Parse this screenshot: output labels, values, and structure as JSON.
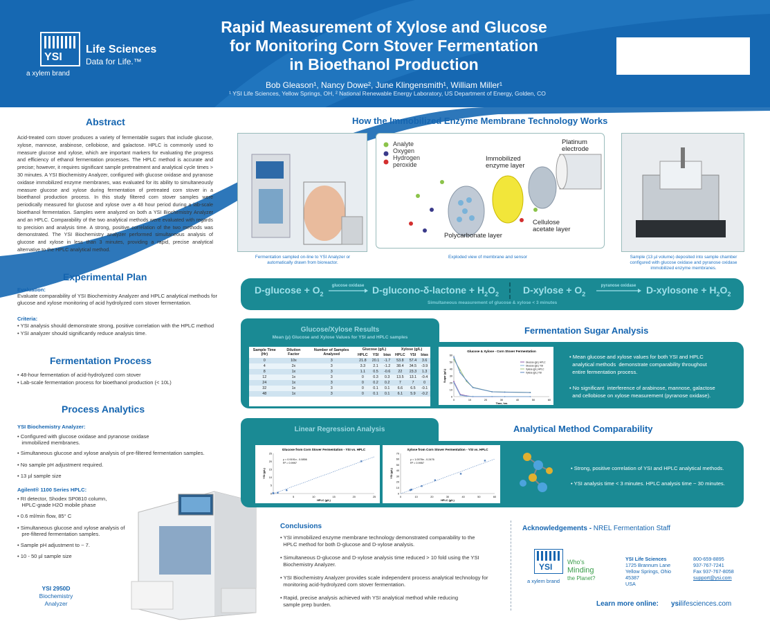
{
  "header": {
    "title_lines": [
      "Rapid Measurement of Xylose and Glucose",
      "for Monitoring Corn Stover Fermentation",
      "in Bioethanol Production"
    ],
    "authors": "Bob Gleason¹, Nancy Dowe², June Klingensmith¹, William Miller¹",
    "affiliations": "¹ YSI Life Sciences, Yellow Springs, OH, ² National Renewable Energy Laboratory, US Department of Energy,  Golden, CO",
    "logo_text": "YSI",
    "brand_name": "Life Sciences",
    "brand_tagline": "Data for Life.™",
    "brand_parent": "a xylem brand"
  },
  "abstract": {
    "heading": "Abstract",
    "text": "Acid-treated corn stover produces a variety of fermentable sugars that include glucose, xylose, mannose, arabinose, cellobiose, and galactose. HPLC is commonly used to measure glucose and xylose, which are important markers for evaluating the progress and efficiency of ethanol fermentation processes. The HPLC method is accurate and precise; however, it requires significant sample pretreatment and analytical cycle times > 30 minutes. A YSI Biochemistry Analyzer, configured with glucose oxidase and pyranose oxidase immobilized enzyme membranes, was evaluated for its ability to simultaneously measure glucose and xylose during fermentation of pretreated corn stover in a bioethanol production process. In this study filtered corn stover samples were periodically measured for glucose and xylose over a 48 hour period during a lab-scale bioethanol fermentation. Samples were analyzed on both a YSI Biochemistry Analyzer and an HPLC. Comparability of the two analytical methods were evaluated with regards to precision and analysis time. A strong, positive correlation of the two methods was demonstrated.  The YSI Biochemistry analyzer performed simultaneous analysis of glucose and xylose in less than 3 minutes, providing a rapid, precise analytical alternative to the HPLC analytical method."
  },
  "plan": {
    "heading": "Experimental Plan",
    "eval_label": "Evaluation:",
    "eval_text": "Evaluate comparability of YSI Biochemistry Analyzer and HPLC analytical methods for glucose and xylose monitoring of acid hydrolyzed corn stover fermentation.",
    "criteria_label": "Criteria:",
    "criteria": [
      "• YSI analysis should demonstrate strong, positive correlation with the HPLC method",
      "• YSI analyzer should significantly reduce analysis time."
    ]
  },
  "fermentation": {
    "heading": "Fermentation Process",
    "items": [
      "• 48-hour fermentation of acid-hydrolyzed corn stover",
      "• Lab-scale fermentation process for bioethanol production (< 10L)"
    ]
  },
  "analytics": {
    "heading": "Process Analytics",
    "ysi_label": "YSI Biochemistry Analyzer:",
    "ysi_items": [
      "• Configured with glucose oxidase and pyranose oxidase",
      "   immobilized membranes.",
      "• Simultaneous glucose and xylose analysis of pre-filtered fermentation samples.",
      "• No sample pH adjustment required.",
      "• 13 µl sample size"
    ],
    "hplc_label": "Agilent® 1100 Series HPLC:",
    "hplc_items": [
      "• RI detector, Shodex SP0810 column,",
      "   HPLC-grade H2O mobile phase",
      "• 0.6 ml/min flow, 85° C",
      "• Simultaneous glucose and xylose analysis of",
      "   pre-filtered fermentation samples.",
      "• Sample pH adjustment to ~ 7.",
      "• 10 - 50 µl sample size"
    ],
    "device_caption": [
      "YSI 2950D",
      "Biochemistry",
      "Analyzer"
    ]
  },
  "how": {
    "heading": "How the Immobilized Enzyme Membrane Technology Works",
    "cap1": "Fermentation sampled on-line to YSI Analyzer or automatically drawn from bioreactor.",
    "cap2": "Exploded view of membrane and sensor",
    "cap3": "Sample (13 µl volume) deposited into sample chamber configured with glucose oxidase and pyranose oxidase immobilized enzyme membranes.",
    "legend": [
      "Analyte",
      "Oxygen",
      "Hydrogen",
      "peroxide"
    ],
    "labels": {
      "platinum": "Platinum",
      "electrode": "electrode",
      "immob": "Immobilized",
      "enzyme": "enzyme layer",
      "cellulose": "Cellulose",
      "acetate": "acetate layer",
      "poly": "Polycarbonate layer"
    }
  },
  "equation": {
    "left1": "D-glucose + O",
    "arrow1": "glucose oxidase",
    "right1": "D-glucono-δ-lactone + H",
    "left2": "D-xylose + O",
    "arrow2": "pyranose oxidase",
    "right2": "D-xylosone + H",
    "sub2": "2",
    "tail": "O",
    "note": "Simultaneous measurement of glucose & xylose < 3 minutes"
  },
  "results": {
    "tab_title": "Glucose/Xylose Results",
    "tab_sub": "Mean (µ) Glucose and Xylose Values for YSI and HPLC samples",
    "table_headers": [
      "Sample Time (Hr)",
      "Dilution Factor",
      "Number of Samples Analyzed",
      "HPLC",
      "YSI",
      "bias",
      "HPLC",
      "YSI",
      "bias"
    ],
    "group_glucose": "Glucose (g/L)",
    "group_xylose": "Xylose (g/L)",
    "rows": [
      [
        "0",
        "10x",
        "3",
        "21.8",
        "20.1",
        "-1.7",
        "53.8",
        "57.4",
        "3.6"
      ],
      [
        "4",
        "2x",
        "3",
        "3.3",
        "2.1",
        "-1.2",
        "38.4",
        "34.5",
        "-3.9"
      ],
      [
        "8",
        "1x",
        "3",
        "1.1",
        "0.5",
        "-0.6",
        "22",
        "23.3",
        "1.3"
      ],
      [
        "12",
        "1x",
        "3",
        "0",
        "0.3",
        "0.3",
        "13.5",
        "13.1",
        "-0.4"
      ],
      [
        "24",
        "1x",
        "3",
        "0",
        "0.2",
        "0.2",
        "7",
        "7",
        "0"
      ],
      [
        "32",
        "1x",
        "3",
        "0",
        "0.1",
        "0.1",
        "6.6",
        "6.5",
        "-0.1"
      ],
      [
        "48",
        "1x",
        "3",
        "0",
        "0.1",
        "0.1",
        "6.1",
        "5.9",
        "-0.2"
      ]
    ]
  },
  "sugar": {
    "heading": "Fermentation Sugar Analysis",
    "bullets": [
      "• Mean glucose and xylose values for both YSI and HPLC",
      "  analytical methods  demonstrate comparability throughout",
      "  entire fermentation process.",
      "• No significant  interference of arabinose, mannose, galactose",
      "  and cellobiose on xylose measurement (pyranose oxidase)."
    ]
  },
  "regression": {
    "tab_title": "Linear Regression Analysis"
  },
  "comparability": {
    "heading": "Analytical Method Comparability",
    "bullets": [
      "• Strong, positive correlation of YSI and HPLC analytical methods.",
      "• YSI analysis time  < 3 minutes.  HPLC analysis time ~ 30 minutes."
    ]
  },
  "conclusions": {
    "heading": "Conclusions",
    "items": [
      "• YSI immobilized enzyme membrane technology demonstrated comparability to the",
      "  HPLC method for both D-glucose and D-xylose analysis.",
      "• Simultaneous D-glucose and D-xylose analysis time reduced > 10 fold using the YSI",
      "  Biochemistry Analyzer.",
      "• YSI Biochemistry Analyzer provides scale independent process analytical technology for",
      "  monitoring acid-hydrolyzed corn stover fermentation.",
      "• Rapid, precise analysis achieved with YSI analytical method while reducing",
      "  sample prep burden."
    ]
  },
  "ack": {
    "label": "Acknowledgements -",
    "text": " NREL Fermentation Staff",
    "who1": "Who's",
    "who2": "Minding",
    "who3": "the Planet?",
    "xylem": "a xylem brand",
    "company": "YSI Life Sciences",
    "addr": [
      "1725 Brannum Lane",
      "Yellow Springs, Ohio",
      "45387",
      "USA"
    ],
    "phone": [
      "800-659-8895",
      "937-767-7241",
      "Fax 937-767-8058"
    ],
    "email": "support@ysi.com",
    "learn_label": "Learn more online:",
    "url_a": "ysi",
    "url_b": "lifesciences.com"
  },
  "chart_data": [
    {
      "type": "line",
      "title": "Glucose & Xylose - Corn Stover Fermentation",
      "xlabel": "Time, hrs",
      "ylabel": "Sugar (g/L)",
      "x": [
        0,
        4,
        8,
        12,
        24,
        32,
        48
      ],
      "xlim": [
        0,
        60
      ],
      "ylim": [
        0,
        60
      ],
      "series": [
        {
          "name": "Glucose (g/L) HPLC",
          "color": "#8e5aa8",
          "values": [
            21.8,
            3.3,
            1.1,
            0,
            0,
            0,
            0
          ]
        },
        {
          "name": "Glucose (g/L) YSI",
          "color": "#7fb0d8",
          "values": [
            20.1,
            2.1,
            0.5,
            0.3,
            0.2,
            0.1,
            0.1
          ]
        },
        {
          "name": "Xylose (g/L) HPLC",
          "color": "#9fc17a",
          "values": [
            53.8,
            38.4,
            22,
            13.5,
            7,
            6.6,
            6.1
          ]
        },
        {
          "name": "Xylose (g/L) YSI",
          "color": "#5a86c0",
          "values": [
            57.4,
            34.5,
            23.3,
            13.1,
            7,
            6.5,
            5.9
          ]
        }
      ]
    },
    {
      "type": "scatter",
      "title": "Glucose from Corn Stover Fermentation - YSI vs. HPLC",
      "xlabel": "HPLC (g/L)",
      "ylabel": "YSI (g/L)",
      "equation": "y = 0.9191x - 0.0856",
      "r2": "R² = 0.9997",
      "xlim": [
        0,
        25
      ],
      "ylim": [
        0,
        25
      ],
      "x": [
        21.8,
        3.3,
        1.1,
        0,
        0,
        0,
        0
      ],
      "y": [
        20.1,
        2.1,
        0.5,
        0.3,
        0.2,
        0.1,
        0.1
      ]
    },
    {
      "type": "scatter",
      "title": "Xylose from Corn Stover Fermentation - YSI vs. HPLC",
      "xlabel": "HPLC (g/L)",
      "ylabel": "YSI (g/L)",
      "equation": "y = 1.0076x - 0.2476",
      "r2": "R² = 0.9957",
      "xlim": [
        0,
        60
      ],
      "ylim": [
        0,
        70
      ],
      "x": [
        53.8,
        38.4,
        22,
        13.5,
        7,
        6.6,
        6.1
      ],
      "y": [
        57.4,
        34.5,
        23.3,
        13.1,
        7,
        6.5,
        5.9
      ]
    }
  ]
}
